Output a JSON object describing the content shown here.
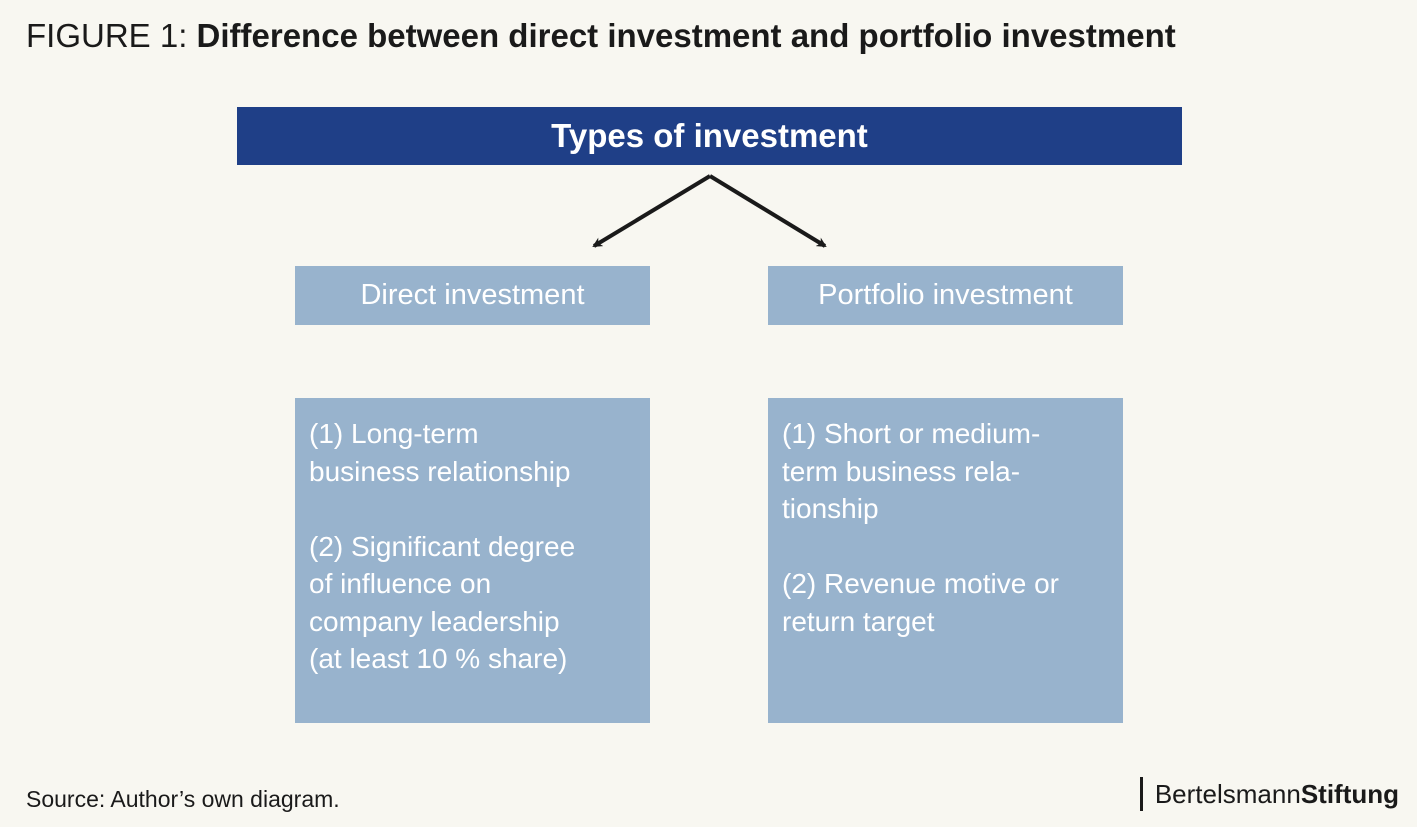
{
  "figure": {
    "label": "FIGURE 1:",
    "title": "Difference between direct investment and portfolio investment"
  },
  "root": {
    "label": "Types of investment"
  },
  "branches": [
    {
      "label": "Direct investment",
      "items": [
        "(1) Long-term\nbusiness relationship",
        "(2) Significant degree\nof influence on\ncompany leadership\n(at least 10 % share)"
      ]
    },
    {
      "label": "Portfolio investment",
      "items": [
        "(1) Short or medium-\nterm business rela-\ntionship",
        "(2) Revenue motive or\nreturn target"
      ]
    }
  ],
  "footer": {
    "source": "Source: Author’s own diagram.",
    "brand_regular": "Bertelsmann",
    "brand_bold": "Stiftung"
  },
  "colors": {
    "background": "#f8f7f1",
    "root_fill": "#1f3f87",
    "node_fill": "#98b3cd",
    "text_on_fill": "#ffffff",
    "arrow": "#1a1a1a"
  }
}
